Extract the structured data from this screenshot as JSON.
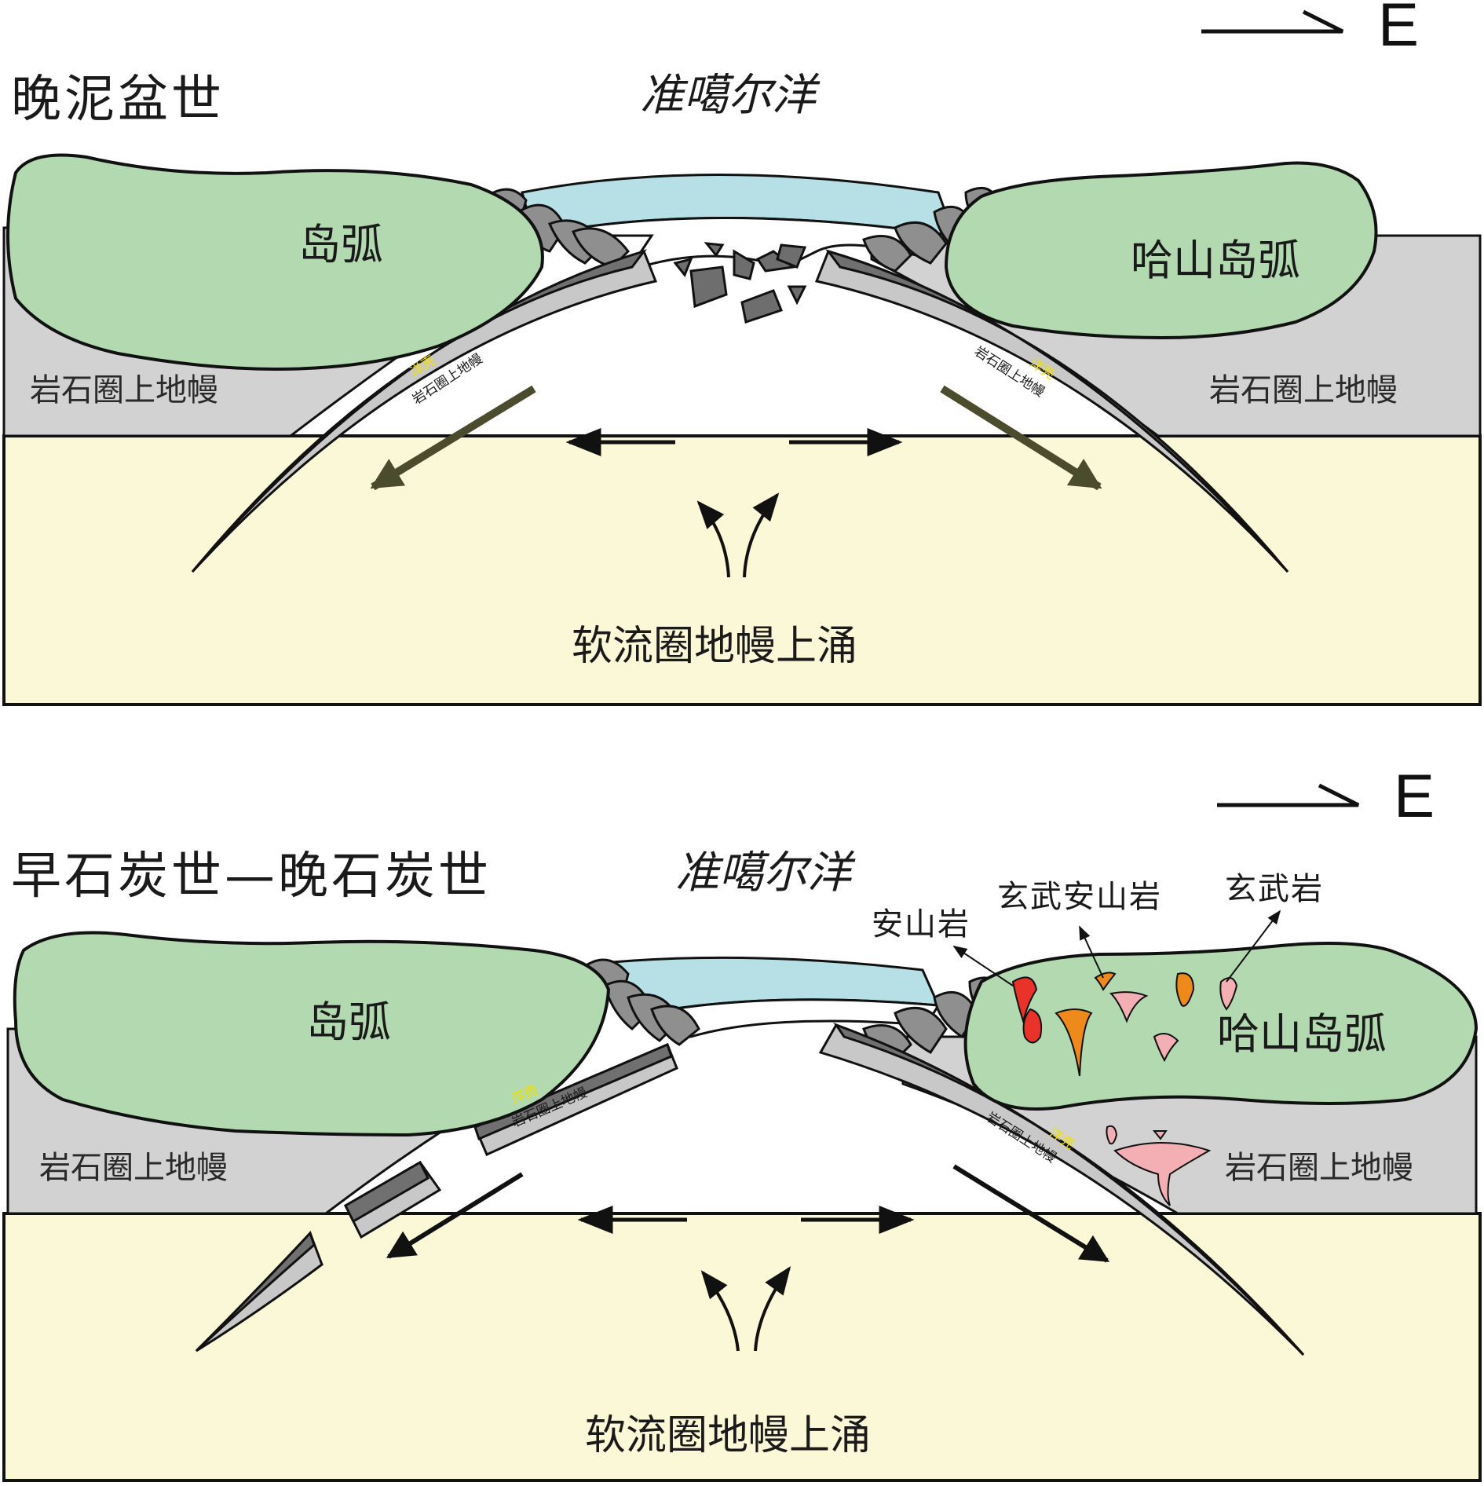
{
  "panels": [
    {
      "title": "晚泥盆世",
      "ocean": "准噶尔洋",
      "west_arc": "岛弧",
      "east_arc": "哈山岛弧",
      "west_mantle": "岩石圈上地幔",
      "east_mantle": "岩石圈上地幔",
      "upwelling": "软流圈地幔上涌",
      "slab_crust": "洋壳",
      "slab_mantle": "岩石圈上地幔",
      "direction": "E"
    },
    {
      "title": "早石炭世—晚石炭世",
      "ocean": "准噶尔洋",
      "west_arc": "岛弧",
      "east_arc": "哈山岛弧",
      "west_mantle": "岩石圈上地幔",
      "east_mantle": "岩石圈上地幔",
      "upwelling": "软流圈地幔上涌",
      "slab_crust": "洋壳",
      "slab_mantle": "岩石圈上地幔",
      "direction": "E",
      "rock_labels": {
        "andesite": "安山岩",
        "basaltic_andesite": "玄武安山岩",
        "basalt": "玄武岩"
      }
    }
  ],
  "colors": {
    "asthenosphere": "#fbf8d8",
    "lithosphere": "#d2d2d2",
    "island_arc": "#b2d9b0",
    "ocean_water": "#b6e0e6",
    "slab_crust": "#707070",
    "slab_mantle": "#c8c8c8",
    "accretion": "#8f8f8f",
    "andesite": "#e8322a",
    "basaltic_andesite": "#ee8a1c",
    "basalt": "#f4afb4"
  }
}
